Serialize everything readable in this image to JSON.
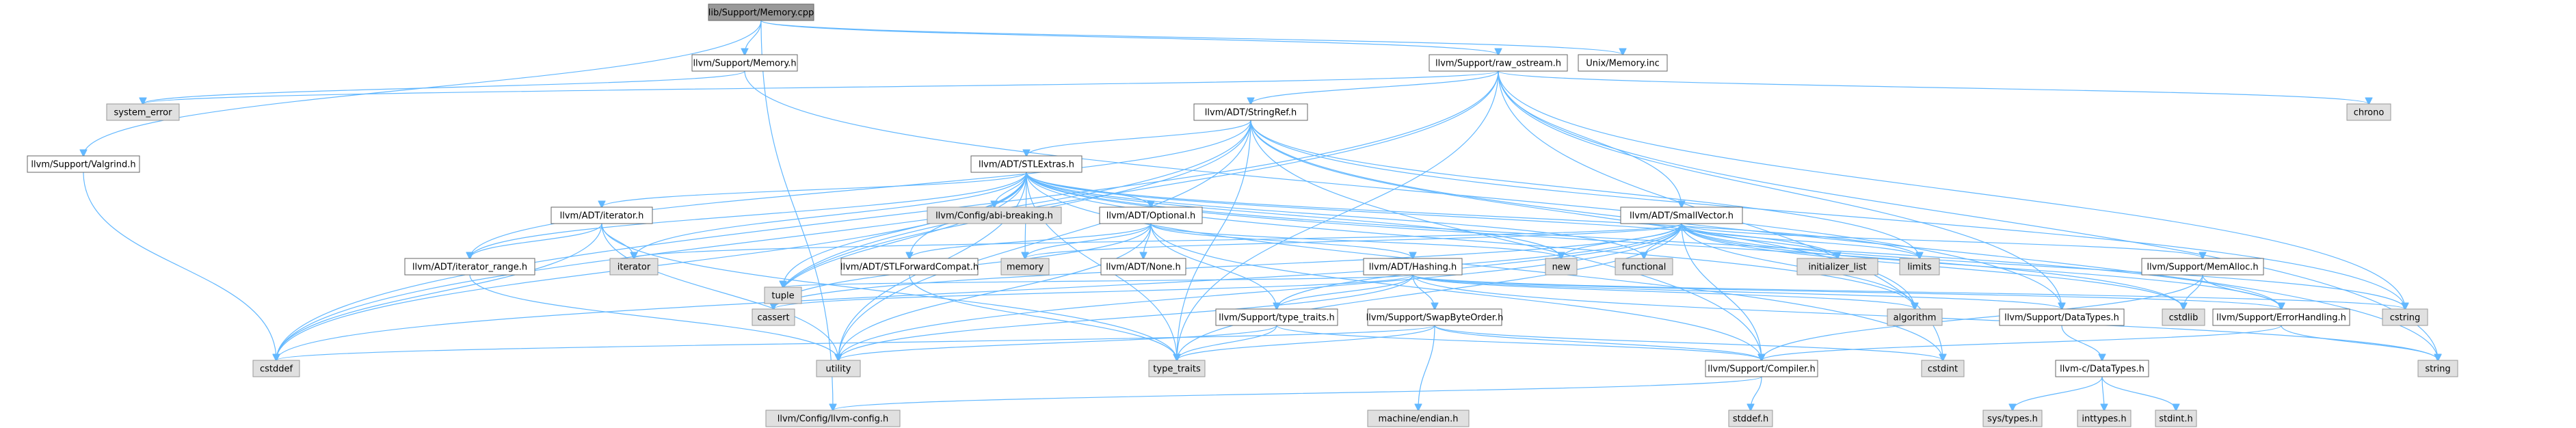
{
  "colors": {
    "root_fill": "#999999",
    "file_fill": "#ffffff",
    "system_fill": "#e0e0e0",
    "edge": "#63b8ff",
    "border": "#666666"
  },
  "nodes": [
    {
      "id": "memory_cpp",
      "label": "lib/Support/Memory.cpp",
      "kind": "root"
    },
    {
      "id": "memory_h",
      "label": "llvm/Support/Memory.h",
      "kind": "file"
    },
    {
      "id": "raw_ostream",
      "label": "llvm/Support/raw_ostream.h",
      "kind": "file"
    },
    {
      "id": "unix_memory",
      "label": "Unix/Memory.inc",
      "kind": "file"
    },
    {
      "id": "valgrind",
      "label": "llvm/Support/Valgrind.h",
      "kind": "file"
    },
    {
      "id": "system_error",
      "label": "system_error",
      "kind": "system"
    },
    {
      "id": "chrono",
      "label": "chrono",
      "kind": "system"
    },
    {
      "id": "stringref",
      "label": "llvm/ADT/StringRef.h",
      "kind": "file"
    },
    {
      "id": "stlextras",
      "label": "llvm/ADT/STLExtras.h",
      "kind": "file"
    },
    {
      "id": "abi_breaking",
      "label": "llvm/Config/abi-breaking.h",
      "kind": "system"
    },
    {
      "id": "adt_iterator",
      "label": "llvm/ADT/iterator.h",
      "kind": "file"
    },
    {
      "id": "optional",
      "label": "llvm/ADT/Optional.h",
      "kind": "file"
    },
    {
      "id": "smallvector",
      "label": "llvm/ADT/SmallVector.h",
      "kind": "file"
    },
    {
      "id": "iterator_range",
      "label": "llvm/ADT/iterator_range.h",
      "kind": "file"
    },
    {
      "id": "iterator",
      "label": "iterator",
      "kind": "system"
    },
    {
      "id": "memory",
      "label": "memory",
      "kind": "system"
    },
    {
      "id": "stlforward",
      "label": "llvm/ADT/STLForwardCompat.h",
      "kind": "file"
    },
    {
      "id": "none",
      "label": "llvm/ADT/None.h",
      "kind": "file"
    },
    {
      "id": "hashing",
      "label": "llvm/ADT/Hashing.h",
      "kind": "file"
    },
    {
      "id": "new",
      "label": "new",
      "kind": "system"
    },
    {
      "id": "functional",
      "label": "functional",
      "kind": "system"
    },
    {
      "id": "initializer_list",
      "label": "initializer_list",
      "kind": "system"
    },
    {
      "id": "limits",
      "label": "limits",
      "kind": "system"
    },
    {
      "id": "memalloc",
      "label": "llvm/Support/MemAlloc.h",
      "kind": "file"
    },
    {
      "id": "cassert",
      "label": "cassert",
      "kind": "system"
    },
    {
      "id": "tuple",
      "label": "tuple",
      "kind": "system"
    },
    {
      "id": "type_traits_h",
      "label": "llvm/Support/type_traits.h",
      "kind": "file"
    },
    {
      "id": "swapbyteorder",
      "label": "llvm/Support/SwapByteOrder.h",
      "kind": "file"
    },
    {
      "id": "algorithm",
      "label": "algorithm",
      "kind": "system"
    },
    {
      "id": "datatypes",
      "label": "llvm/Support/DataTypes.h",
      "kind": "file"
    },
    {
      "id": "cstdlib",
      "label": "cstdlib",
      "kind": "system"
    },
    {
      "id": "errorhandling",
      "label": "llvm/Support/ErrorHandling.h",
      "kind": "file"
    },
    {
      "id": "cstring",
      "label": "cstring",
      "kind": "system"
    },
    {
      "id": "cstddef",
      "label": "cstddef",
      "kind": "system"
    },
    {
      "id": "utility",
      "label": "utility",
      "kind": "system"
    },
    {
      "id": "type_traits",
      "label": "type_traits",
      "kind": "system"
    },
    {
      "id": "machine_endian",
      "label": "machine/endian.h",
      "kind": "system"
    },
    {
      "id": "compiler",
      "label": "llvm/Support/Compiler.h",
      "kind": "file"
    },
    {
      "id": "cstdint",
      "label": "cstdint",
      "kind": "system"
    },
    {
      "id": "c_datatypes",
      "label": "llvm-c/DataTypes.h",
      "kind": "file"
    },
    {
      "id": "string",
      "label": "string",
      "kind": "system"
    },
    {
      "id": "sys_types",
      "label": "sys/types.h",
      "kind": "system"
    },
    {
      "id": "inttypes",
      "label": "inttypes.h",
      "kind": "system"
    },
    {
      "id": "stdint",
      "label": "stdint.h",
      "kind": "system"
    },
    {
      "id": "stddef",
      "label": "stddef.h",
      "kind": "system"
    },
    {
      "id": "llvm_config",
      "label": "llvm/Config/llvm-config.h",
      "kind": "system"
    }
  ],
  "edges": [
    [
      "memory_cpp",
      "memory_h"
    ],
    [
      "memory_cpp",
      "raw_ostream"
    ],
    [
      "memory_cpp",
      "unix_memory"
    ],
    [
      "memory_cpp",
      "valgrind"
    ],
    [
      "memory_cpp",
      "llvm_config"
    ],
    [
      "memory_h",
      "system_error"
    ],
    [
      "memory_h",
      "datatypes"
    ],
    [
      "raw_ostream",
      "stringref"
    ],
    [
      "raw_ostream",
      "smallvector"
    ],
    [
      "raw_ostream",
      "chrono"
    ],
    [
      "raw_ostream",
      "system_error"
    ],
    [
      "raw_ostream",
      "cassert"
    ],
    [
      "raw_ostream",
      "cstddef"
    ],
    [
      "raw_ostream",
      "cstdint"
    ],
    [
      "raw_ostream",
      "cstring"
    ],
    [
      "raw_ostream",
      "string"
    ],
    [
      "raw_ostream",
      "type_traits"
    ],
    [
      "raw_ostream",
      "datatypes"
    ],
    [
      "valgrind",
      "cstddef"
    ],
    [
      "stringref",
      "stlextras"
    ],
    [
      "stringref",
      "iterator_range"
    ],
    [
      "stringref",
      "compiler"
    ],
    [
      "stringref",
      "algorithm"
    ],
    [
      "stringref",
      "cassert"
    ],
    [
      "stringref",
      "cstddef"
    ],
    [
      "stringref",
      "cstring"
    ],
    [
      "stringref",
      "limits"
    ],
    [
      "stringref",
      "string"
    ],
    [
      "stringref",
      "type_traits"
    ],
    [
      "stringref",
      "utility"
    ],
    [
      "stlextras",
      "abi_breaking"
    ],
    [
      "stlextras",
      "adt_iterator"
    ],
    [
      "stlextras",
      "optional"
    ],
    [
      "stlextras",
      "iterator_range"
    ],
    [
      "stlextras",
      "stlforward"
    ],
    [
      "stlextras",
      "errorhandling"
    ],
    [
      "stlextras",
      "iterator"
    ],
    [
      "stlextras",
      "memory"
    ],
    [
      "stlextras",
      "new"
    ],
    [
      "stlextras",
      "functional"
    ],
    [
      "stlextras",
      "initializer_list"
    ],
    [
      "stlextras",
      "limits"
    ],
    [
      "stlextras",
      "cassert"
    ],
    [
      "stlextras",
      "tuple"
    ],
    [
      "stlextras",
      "algorithm"
    ],
    [
      "stlextras",
      "cstddef"
    ],
    [
      "stlextras",
      "cstdint"
    ],
    [
      "stlextras",
      "cstdlib"
    ],
    [
      "stlextras",
      "type_traits"
    ],
    [
      "stlextras",
      "utility"
    ],
    [
      "adt_iterator",
      "iterator_range"
    ],
    [
      "adt_iterator",
      "iterator"
    ],
    [
      "adt_iterator",
      "cstddef"
    ],
    [
      "adt_iterator",
      "type_traits"
    ],
    [
      "adt_iterator",
      "utility"
    ],
    [
      "optional",
      "hashing"
    ],
    [
      "optional",
      "none"
    ],
    [
      "optional",
      "stlforward"
    ],
    [
      "optional",
      "compiler"
    ],
    [
      "optional",
      "type_traits_h"
    ],
    [
      "optional",
      "cassert"
    ],
    [
      "optional",
      "memory"
    ],
    [
      "optional",
      "new"
    ],
    [
      "optional",
      "utility"
    ],
    [
      "smallvector",
      "compiler"
    ],
    [
      "smallvector",
      "errorhandling"
    ],
    [
      "smallvector",
      "memalloc"
    ],
    [
      "smallvector",
      "type_traits_h"
    ],
    [
      "smallvector",
      "algorithm"
    ],
    [
      "smallvector",
      "cassert"
    ],
    [
      "smallvector",
      "cstddef"
    ],
    [
      "smallvector",
      "cstdlib"
    ],
    [
      "smallvector",
      "cstring"
    ],
    [
      "smallvector",
      "functional"
    ],
    [
      "smallvector",
      "initializer_list"
    ],
    [
      "smallvector",
      "iterator"
    ],
    [
      "smallvector",
      "limits"
    ],
    [
      "smallvector",
      "memory"
    ],
    [
      "smallvector",
      "new"
    ],
    [
      "smallvector",
      "type_traits"
    ],
    [
      "smallvector",
      "utility"
    ],
    [
      "iterator_range",
      "utility"
    ],
    [
      "stlforward",
      "type_traits"
    ],
    [
      "hashing",
      "datatypes"
    ],
    [
      "hashing",
      "errorhandling"
    ],
    [
      "hashing",
      "swapbyteorder"
    ],
    [
      "hashing",
      "type_traits_h"
    ],
    [
      "hashing",
      "algorithm"
    ],
    [
      "hashing",
      "cassert"
    ],
    [
      "hashing",
      "cstring"
    ],
    [
      "hashing",
      "string"
    ],
    [
      "hashing",
      "tuple"
    ],
    [
      "hashing",
      "utility"
    ],
    [
      "memalloc",
      "compiler"
    ],
    [
      "memalloc",
      "errorhandling"
    ],
    [
      "memalloc",
      "cstdlib"
    ],
    [
      "type_traits_h",
      "compiler"
    ],
    [
      "type_traits_h",
      "type_traits"
    ],
    [
      "type_traits_h",
      "utility"
    ],
    [
      "swapbyteorder",
      "compiler"
    ],
    [
      "swapbyteorder",
      "cstddef"
    ],
    [
      "swapbyteorder",
      "cstdint"
    ],
    [
      "swapbyteorder",
      "type_traits"
    ],
    [
      "swapbyteorder",
      "machine_endian"
    ],
    [
      "datatypes",
      "c_datatypes"
    ],
    [
      "errorhandling",
      "compiler"
    ],
    [
      "errorhandling",
      "string"
    ],
    [
      "compiler",
      "llvm_config"
    ],
    [
      "compiler",
      "stddef"
    ],
    [
      "c_datatypes",
      "inttypes"
    ],
    [
      "c_datatypes",
      "stdint"
    ],
    [
      "c_datatypes",
      "sys_types"
    ]
  ]
}
